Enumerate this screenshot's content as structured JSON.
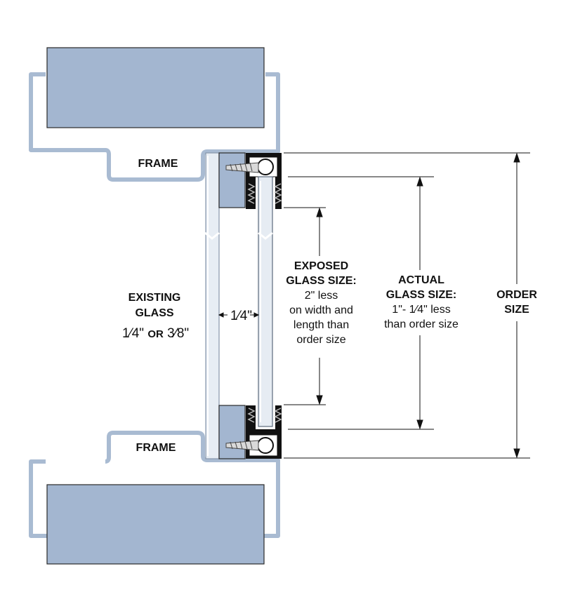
{
  "labels": {
    "frame_top": "FRAME",
    "frame_bottom": "FRAME",
    "existing_glass_line1": "EXISTING",
    "existing_glass_line2": "GLASS",
    "existing_glass_opt1": "1⁄4\"",
    "existing_glass_or": "OR",
    "existing_glass_opt2": "3⁄8\"",
    "gap": "1⁄4\"",
    "exposed_title1": "EXPOSED",
    "exposed_title2": "GLASS SIZE:",
    "exposed_body1": "2\" less",
    "exposed_body2": "on width and",
    "exposed_body3": "length than",
    "exposed_body4": "order size",
    "actual_title1": "ACTUAL",
    "actual_title2": "GLASS SIZE:",
    "actual_body1": "1\"- 1⁄4\" less",
    "actual_body2": "than order size",
    "order_size1": "ORDER",
    "order_size2": "SIZE"
  },
  "colors": {
    "frame_fill": "#a3b6d0",
    "frame_outline": "#a9bbd2",
    "glass": "#e6ecf3",
    "retainer_dark": "#111111",
    "dim_line": "#111111"
  }
}
